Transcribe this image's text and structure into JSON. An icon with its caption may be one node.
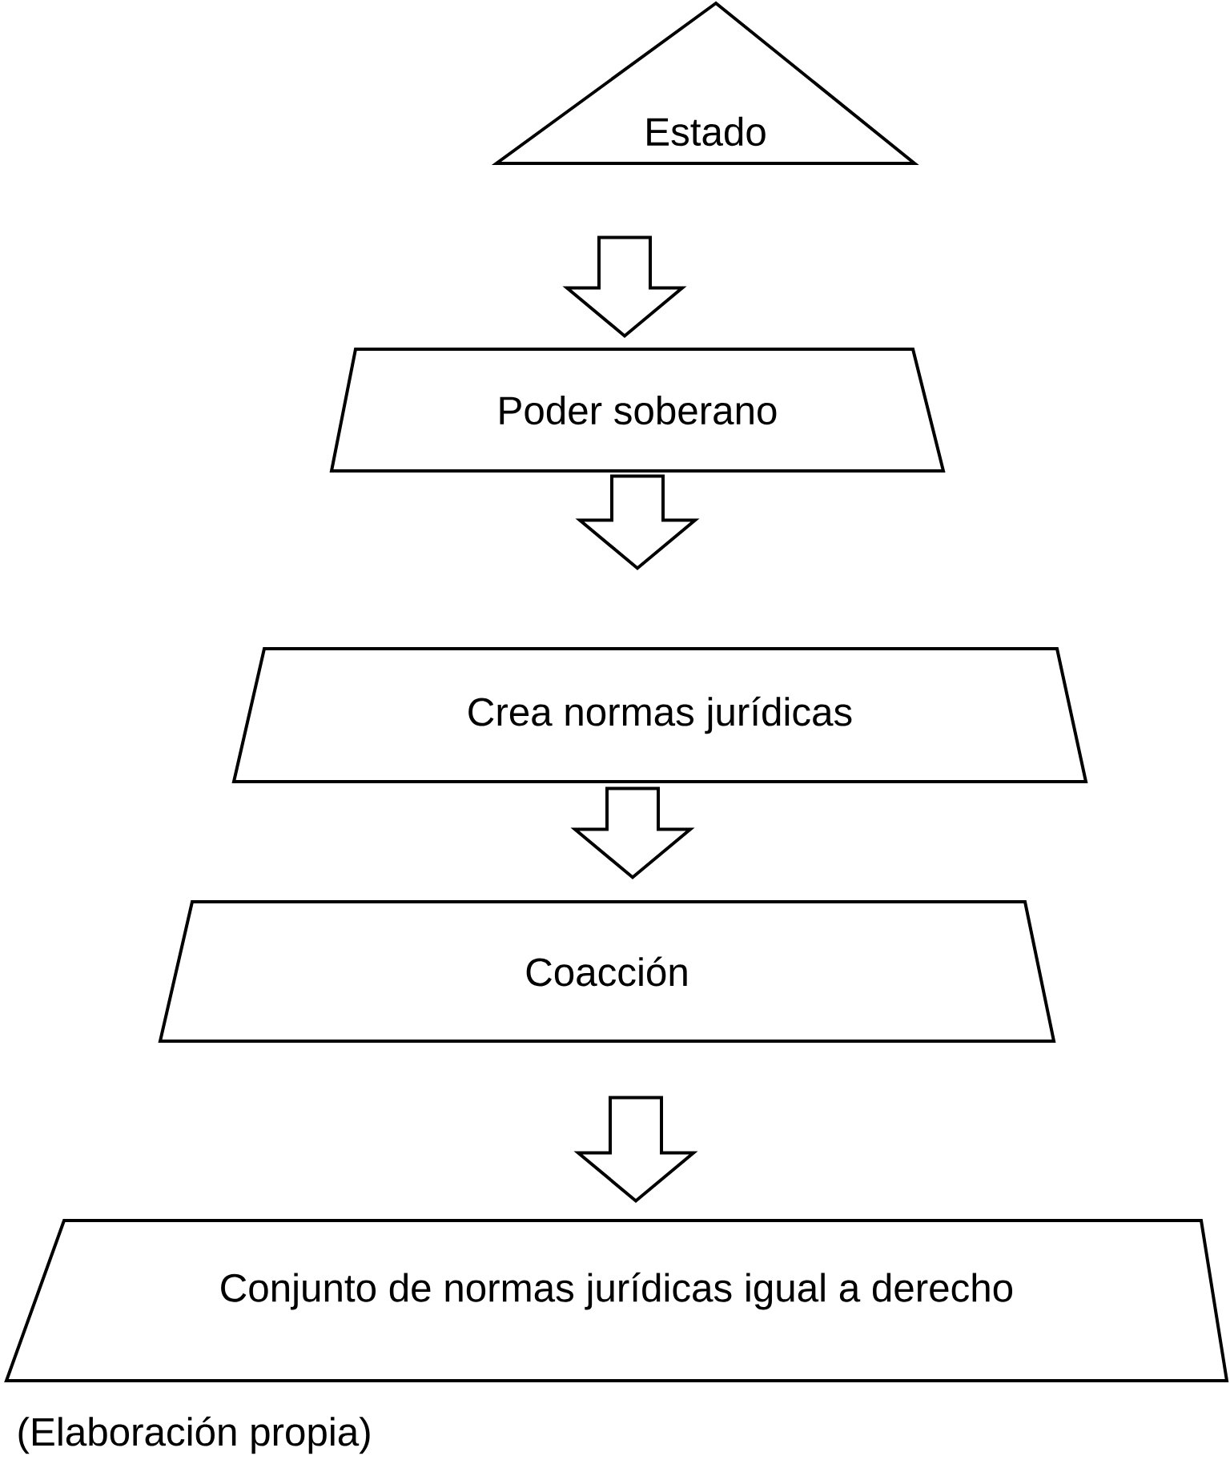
{
  "diagram": {
    "caption": "(Elaboración propia)",
    "nodes": [
      {
        "text": [
          "Estado"
        ]
      },
      {
        "text": [
          "Poder soberano"
        ]
      },
      {
        "text": [
          "Crea normas jurídicas"
        ]
      },
      {
        "text": [
          "Coacción"
        ]
      },
      {
        "text": [
          "Conjunto de normas jurídicas igual a derecho"
        ]
      }
    ],
    "edges": [
      {
        "from": 0,
        "to": 1,
        "arrow": "to"
      },
      {
        "from": 1,
        "to": 2,
        "arrow": "to"
      },
      {
        "from": 2,
        "to": 3,
        "arrow": "to"
      },
      {
        "from": 3,
        "to": 4,
        "arrow": "to"
      }
    ]
  }
}
